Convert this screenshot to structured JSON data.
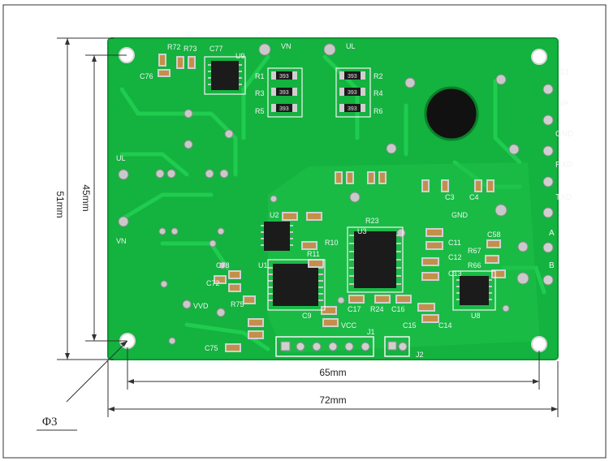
{
  "dimensions": {
    "height_outer": "51mm",
    "height_inner": "45mm",
    "width_inner": "65mm",
    "width_outer": "72mm",
    "hole": "Φ3"
  },
  "pin_labels": [
    "G1",
    "VA",
    "GND",
    "RXD",
    "TXD",
    "A",
    "B"
  ],
  "silkscreen": {
    "top_left_labels": [
      "R72",
      "R73",
      "C77",
      "C76",
      "U9"
    ],
    "top_center_labels": [
      "VN",
      "UL",
      "R1",
      "R3",
      "R5",
      "R2",
      "R4",
      "R6"
    ],
    "left_labels": [
      "UL",
      "VN",
      "VVD",
      "R75",
      "C75",
      "C72",
      "C78"
    ],
    "center_labels": [
      "U2",
      "U1",
      "U3",
      "R10",
      "R11",
      "R23",
      "C9",
      "C17",
      "R24",
      "C16",
      "C15",
      "C14",
      "J1",
      "J2",
      "VCC",
      "GND"
    ],
    "right_labels": [
      "U8",
      "C3",
      "C4",
      "C11",
      "C12",
      "C13",
      "R66",
      "R67",
      "C58"
    ],
    "chip_marks": [
      "393",
      "393",
      "393",
      "393",
      "393",
      "393"
    ]
  },
  "colors": {
    "board": "#14b23f",
    "board_dark": "#0f9634",
    "trace": "#1fcc4f",
    "pad": "#c9c9c9",
    "silk": "#f4f4f4",
    "chip": "#1b1b1b"
  }
}
